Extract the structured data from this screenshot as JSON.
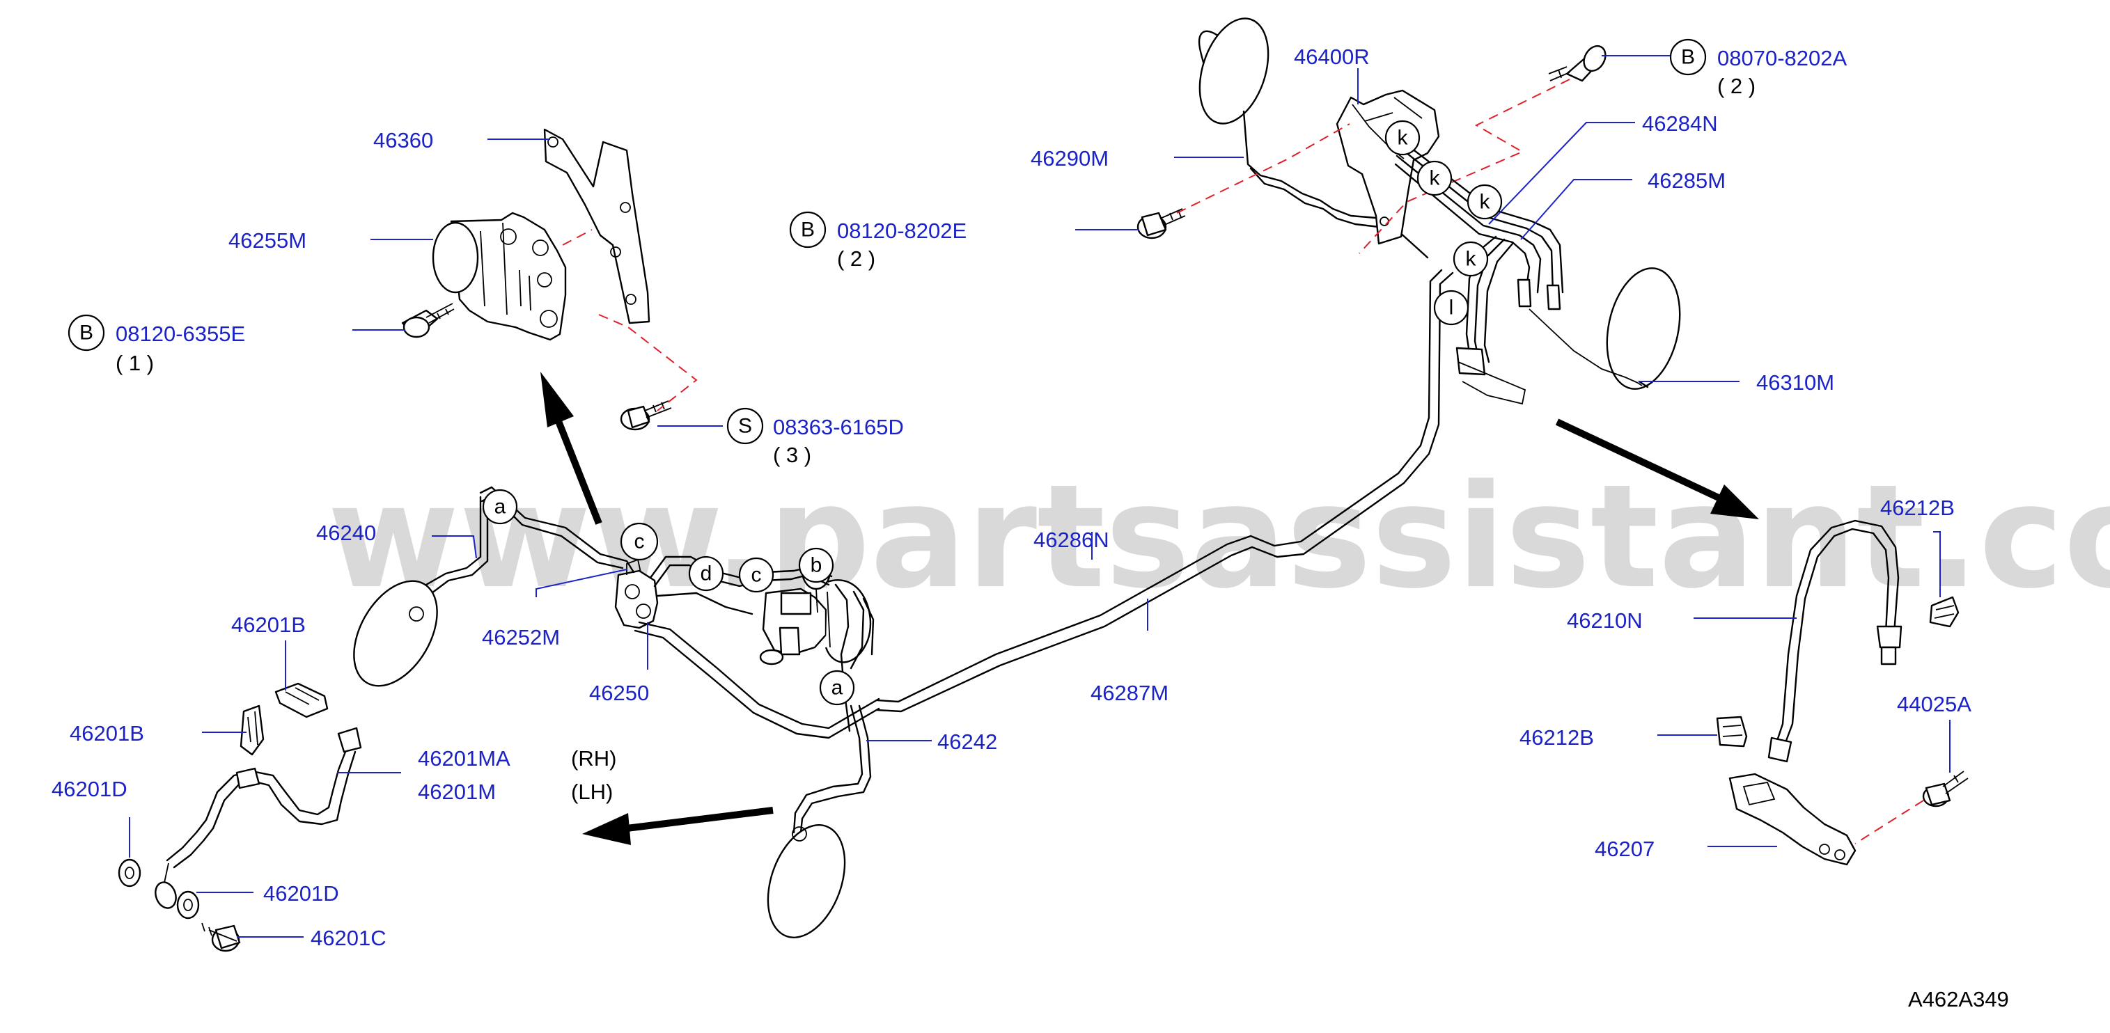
{
  "watermark": "www.partsassistant.com",
  "diagram_code": "A462A349",
  "labels": {
    "p46360": "46360",
    "p46255M": "46255M",
    "b1_letter": "B",
    "b1_code": "08120-6355E",
    "b1_qty": "( 1 )",
    "b2_letter": "B",
    "b2_code": "08120-8202E",
    "b2_qty": "( 2 )",
    "s1_letter": "S",
    "s1_code": "08363-6165D",
    "s1_qty": "( 3 )",
    "p46400R": "46400R",
    "b3_letter": "B",
    "b3_code": "08070-8202A",
    "b3_qty": "( 2 )",
    "p46290M": "46290M",
    "p46284N": "46284N",
    "p46285M": "46285M",
    "p46310M": "46310M",
    "p46240": "46240",
    "p46252M": "46252M",
    "p46250": "46250",
    "p46286N": "46286N",
    "p46287M": "46287M",
    "p46242": "46242",
    "p46201B_a": "46201B",
    "p46201B_b": "46201B",
    "p46201MA": "46201MA",
    "p46201M": "46201M",
    "rh": "(RH)",
    "lh": "(LH)",
    "p46201D_a": "46201D",
    "p46201D_b": "46201D",
    "p46201C": "46201C",
    "p46212B_a": "46212B",
    "p46210N": "46210N",
    "p46212B_b": "46212B",
    "p44025A": "44025A",
    "p46207": "46207"
  },
  "markers": {
    "a1": "a",
    "c1": "c",
    "d1": "d",
    "c2": "c",
    "b1": "b",
    "a2": "a",
    "k1": "k",
    "k2": "k",
    "k3": "k",
    "k4": "k",
    "l1": "l"
  },
  "colors": {
    "part_number": "#1a22c8",
    "leader": "#1a22c8",
    "dashed_link": "#e0202a",
    "drawing": "#000000",
    "watermark": "#c9c9c9"
  }
}
